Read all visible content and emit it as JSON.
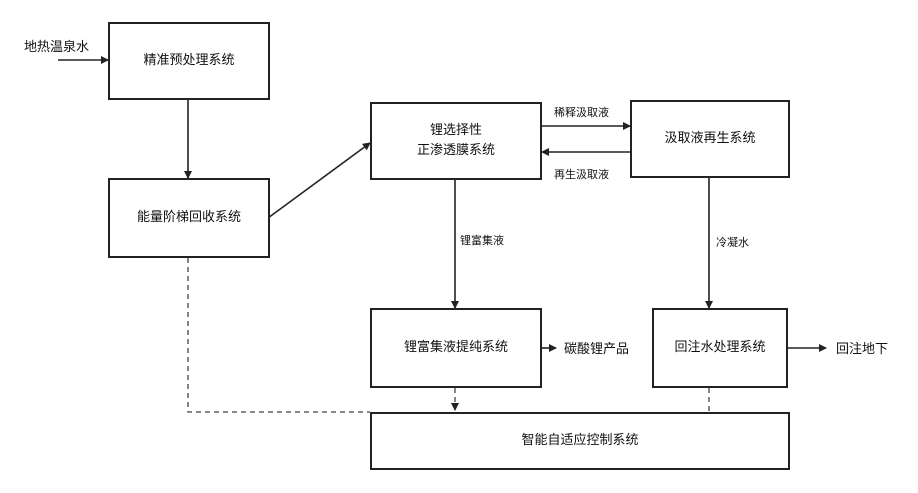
{
  "nodes": {
    "pretreatment": "精准预处理系统",
    "energy_recovery": "能量阶梯回收系统",
    "lithium_fo_line1": "锂选择性",
    "lithium_fo_line2": "正渗透膜系统",
    "draw_regen": "汲取液再生系统",
    "lithium_purify": "锂富集液提纯系统",
    "reinjection": "回注水处理系统",
    "control": "智能自适应控制系统"
  },
  "labels": {
    "input": "地热温泉水",
    "diluted_draw": "稀释汲取液",
    "regen_draw": "再生汲取液",
    "lithium_rich": "锂富集液",
    "condensate": "冷凝水",
    "product": "碳酸锂产品",
    "output": "回注地下"
  }
}
